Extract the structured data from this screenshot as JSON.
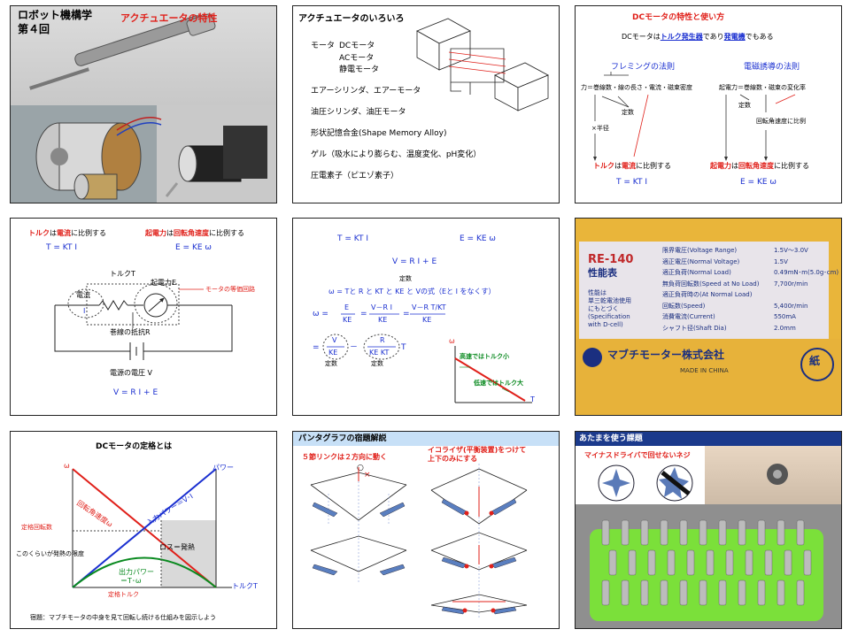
{
  "s1": {
    "title_line1": "ロボット機構学",
    "title_line2": "第４回",
    "subtitle": "アクチュエータの特性"
  },
  "s2": {
    "title": "アクチュエータのいろいろ",
    "motor_label": "モータ",
    "motor_items": [
      "DCモータ",
      "ACモータ",
      "静電モータ"
    ],
    "items": [
      "エアーシリンダ、エアーモータ",
      "油圧シリンダ、油圧モータ",
      "形状記憶合金(Shape Memory Alloy)",
      "ゲル（吸水により膨らむ、温度変化、pH変化）",
      "圧電素子（ピエゾ素子）"
    ]
  },
  "s3": {
    "title": "DCモータの特性と使い方",
    "lead_pre": "DCモータは",
    "lead_torque": "トルク発生器",
    "lead_mid": "であり",
    "lead_gen": "発電機",
    "lead_post": "でもある",
    "left_head": "フレミングの法則",
    "right_head": "電磁誘導の法則",
    "left_eq": "力＝巻線数・線の長さ・電流・磁束密度",
    "right_eq": "起電力＝巻線数・磁束の変化率",
    "const_left": "定数",
    "const_right": "定数",
    "radius": "×半径",
    "prop_speed": "回転角速度に比例",
    "bottom_left_a": "トルク",
    "bottom_left_b": "は",
    "bottom_left_c": "電流",
    "bottom_left_d": "に比例する",
    "bottom_right_a": "起電力",
    "bottom_right_b": "は",
    "bottom_right_c": "回転角速度",
    "bottom_right_d": "に比例する",
    "eq_left": "T = KT I",
    "eq_right": "E = KE ω"
  },
  "s4": {
    "line_left_a": "トルク",
    "line_left_b": "は",
    "line_left_c": "電流",
    "line_left_d": "に比例する",
    "line_right_a": "起電力",
    "line_right_b": "は",
    "line_right_c": "回転角速度",
    "line_right_d": "に比例する",
    "eq_left": "T = KT I",
    "eq_right": "E = KE ω",
    "torque": "トルクT",
    "emf": "起電力E",
    "current": "電流",
    "current_sym": "I",
    "equiv": "モータの等価回路",
    "resistance": "巻線の抵抗R",
    "source": "電源の電圧 V",
    "kvl": "V = R I + E"
  },
  "s5": {
    "eq1_left": "T = KT I",
    "eq1_right": "E = KE ω",
    "eq2": "V = R I + E",
    "const_top": "定数",
    "eq3": "ω = Tと R と KT と KE と Vの式（Eと I をなくす）",
    "eq4_left": "ω =",
    "frac1_num": "E",
    "frac1_den": "KE",
    "eq4_mid": "=",
    "frac2_num": "V－R I",
    "frac2_den": "KE",
    "eq4_mid2": "=",
    "frac3_num": "V－R T/KT",
    "frac3_den": "KE",
    "eq5_a": "=",
    "frac4_num": "V",
    "frac4_den": "KE",
    "eq5_minus": "－",
    "frac5_num": "R",
    "frac5_den": "KE KT",
    "eq5_T": "T",
    "const_l": "定数",
    "const_r": "定数",
    "axis_w": "ω",
    "axis_t": "T",
    "high_speed": "高速ではトルク小",
    "low_speed": "低速ではトルク大"
  },
  "s6": {
    "model": "RE-140",
    "table_title": "性能表",
    "side_note_1": "性能は",
    "side_note_2": "単三乾電池使用",
    "side_note_3": "にもとづく",
    "side_note_4": "(Specification",
    "side_note_5": " with D-cell)",
    "rows": [
      {
        "label": "限界電圧(Voltage Range)",
        "value": "1.5V～3.0V"
      },
      {
        "label": "適正電圧(Normal Voltage)",
        "value": "1.5V"
      },
      {
        "label": "適正負荷(Normal Load)",
        "value": "0.49mN･m(5.0g･cm)"
      },
      {
        "label": "無負荷回転数(Speed at No Load)",
        "value": "7,700r/min"
      },
      {
        "label": "適正負荷時の(At Normal Load)",
        "value": ""
      },
      {
        "label": "回転数(Speed)",
        "value": "5,400r/min"
      },
      {
        "label": "消費電流(Current)",
        "value": "550mA"
      },
      {
        "label": "シャフト径(Shaft Dia)",
        "value": "2.0mm"
      }
    ],
    "company": "マブチモーター株式会社",
    "made": "MADE IN CHINA",
    "paper": "紙"
  },
  "s7": {
    "title": "DCモータの定格とは",
    "axis_w": "ω",
    "axis_power": "パワー",
    "speed_label": "回転角速度ω",
    "rated_speed": "定格回転数",
    "input_power": "入力パワー＝V･I",
    "loss": "ロス＝発熱",
    "limit": "このくらいが発熱の限度",
    "output_1": "出力パワー",
    "output_2": "＝T･ω",
    "rated_torque": "定格トルク",
    "axis_torque": "トルクT",
    "homework": "宿題：マブチモータの中身を見て回転し続ける仕組みを図示しよう",
    "chart_data": {
      "type": "line",
      "xlabel": "トルクT",
      "ylabel": "ω",
      "series": [
        {
          "name": "回転角速度ω",
          "values": [
            1,
            0
          ]
        },
        {
          "name": "入力パワー＝V･I",
          "values": [
            0,
            1
          ]
        },
        {
          "name": "出力パワー＝T･ω",
          "values": [
            0,
            0.25,
            0
          ]
        }
      ]
    }
  },
  "s8": {
    "title": "パンタグラフの宿題解説",
    "left_head": "５節リンクは２方向に動く",
    "right_head_1": "イコライザ(平衡装置)をつけて",
    "right_head_2": "上下のみにする",
    "mark_o": "○",
    "mark_x": "×"
  },
  "s9": {
    "title": "あたまを使う課題",
    "subtitle": "マイナスドライバで回せないネジ"
  },
  "colors": {
    "red": "#e0201a",
    "blue": "#1a2fd0",
    "green": "#0a8a20",
    "label_yellow": "#f0c030",
    "toolbox_green": "#7be03a"
  }
}
